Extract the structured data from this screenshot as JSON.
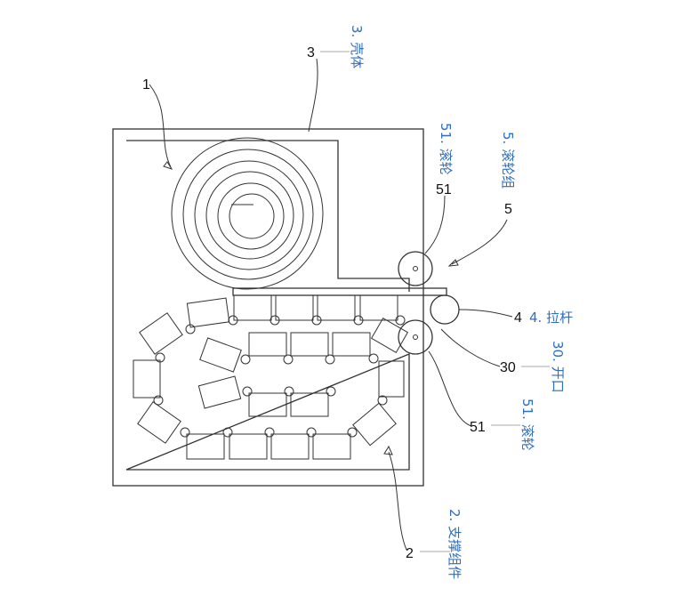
{
  "labels": {
    "casing_num": "3",
    "coil_num": "1",
    "roller_top_num": "51",
    "roller_group_num": "5",
    "rod_num": "4",
    "opening_num": "30",
    "roller_bottom_num": "51",
    "support_num": "2"
  },
  "annotations": {
    "casing": "3. 壳体",
    "roller_top": "51. 滚轮",
    "roller_group": "5. 滚轮组",
    "rod": "4. 拉杆",
    "opening": "30. 开口",
    "roller_bottom": "51. 滚轮",
    "support": "2. 支撑组件"
  },
  "colors": {
    "annotation": "#2f6fbf",
    "line": "#333333",
    "number": "#111111"
  }
}
